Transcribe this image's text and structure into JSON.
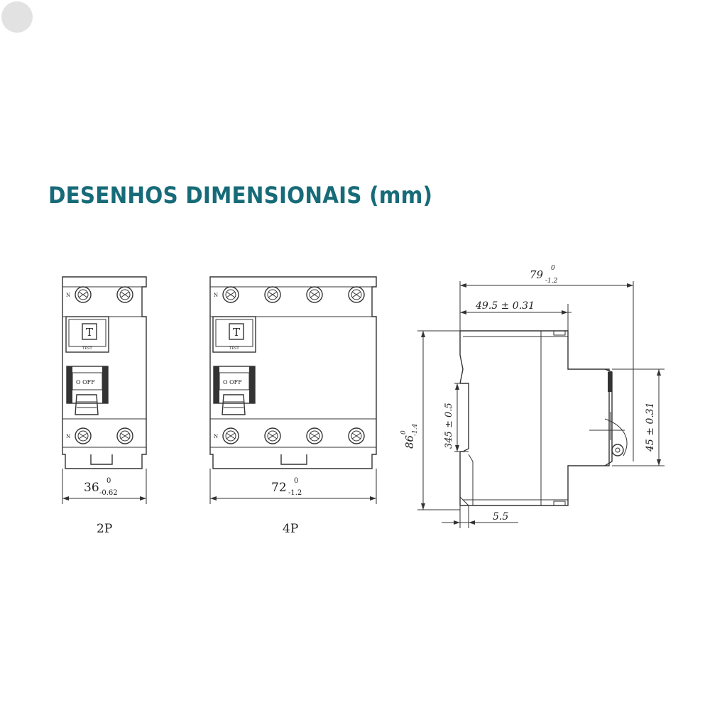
{
  "title": "DESENHOS DIMENSIONAIS (mm)",
  "views": {
    "two_pole": {
      "caption": "2P",
      "width_value": "36",
      "width_tol_upper": "0",
      "width_tol_lower": "-0.62",
      "button_letter": "T",
      "button_text": "TEST",
      "lever_text": "O OFF",
      "terminal_mark": "N"
    },
    "four_pole": {
      "caption": "4P",
      "width_value": "72",
      "width_tol_upper": "0",
      "width_tol_lower": "-1.2",
      "button_letter": "T",
      "button_text": "TEST",
      "lever_text": "O OFF",
      "terminal_mark": "N"
    },
    "side": {
      "depth_value": "79",
      "depth_tol_upper": "0",
      "depth_tol_lower": "-1.2",
      "offset_dim": "49.5  ±  0.31",
      "height_value": "86",
      "height_tol_upper": "0",
      "height_tol_lower": "-1.4",
      "rail_dim": "345 ± 0.5",
      "front_dim": "45  ±  0.31",
      "foot_dim": "5.5"
    }
  }
}
